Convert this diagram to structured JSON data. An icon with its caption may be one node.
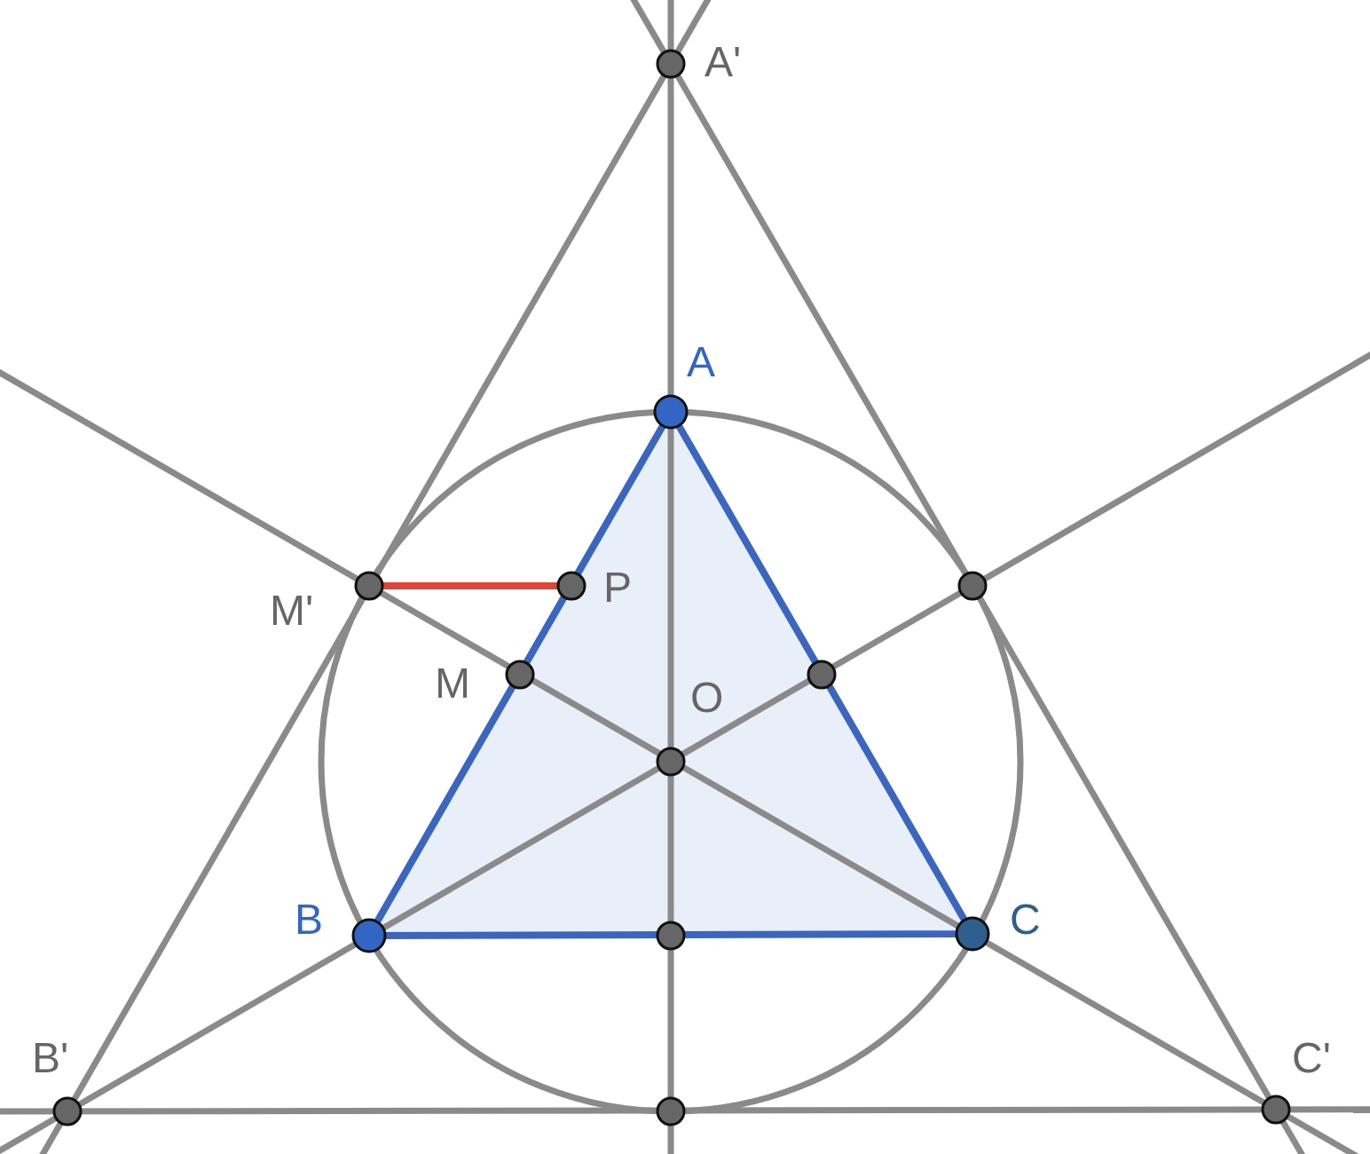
{
  "diagram": {
    "nodes": [
      {
        "text": [],
        "shape": "circle",
        "beside": [
          "A'"
        ]
      },
      {
        "text": [],
        "shape": "circle",
        "beside": [
          "A"
        ]
      },
      {
        "text": [],
        "shape": "circle",
        "beside": [
          "M'"
        ]
      },
      {
        "text": [],
        "shape": "circle",
        "beside": [
          "P"
        ]
      },
      {
        "text": [],
        "shape": "circle"
      },
      {
        "text": [],
        "shape": "circle",
        "beside": [
          "M"
        ]
      },
      {
        "text": [],
        "shape": "circle"
      },
      {
        "text": [],
        "shape": "circle",
        "beside": [
          "O"
        ]
      },
      {
        "text": [],
        "shape": "circle",
        "beside": [
          "B"
        ]
      },
      {
        "text": [],
        "shape": "circle"
      },
      {
        "text": [],
        "shape": "circle",
        "beside": [
          "C"
        ]
      },
      {
        "text": [],
        "shape": "circle",
        "beside": [
          "B'"
        ]
      },
      {
        "text": [],
        "shape": "circle"
      },
      {
        "text": [],
        "shape": "circle",
        "beside": [
          "C'"
        ]
      }
    ],
    "edges": [
      {
        "from": 2,
        "to": 3,
        "arrow": "none",
        "color": "#e0453a"
      }
    ]
  }
}
